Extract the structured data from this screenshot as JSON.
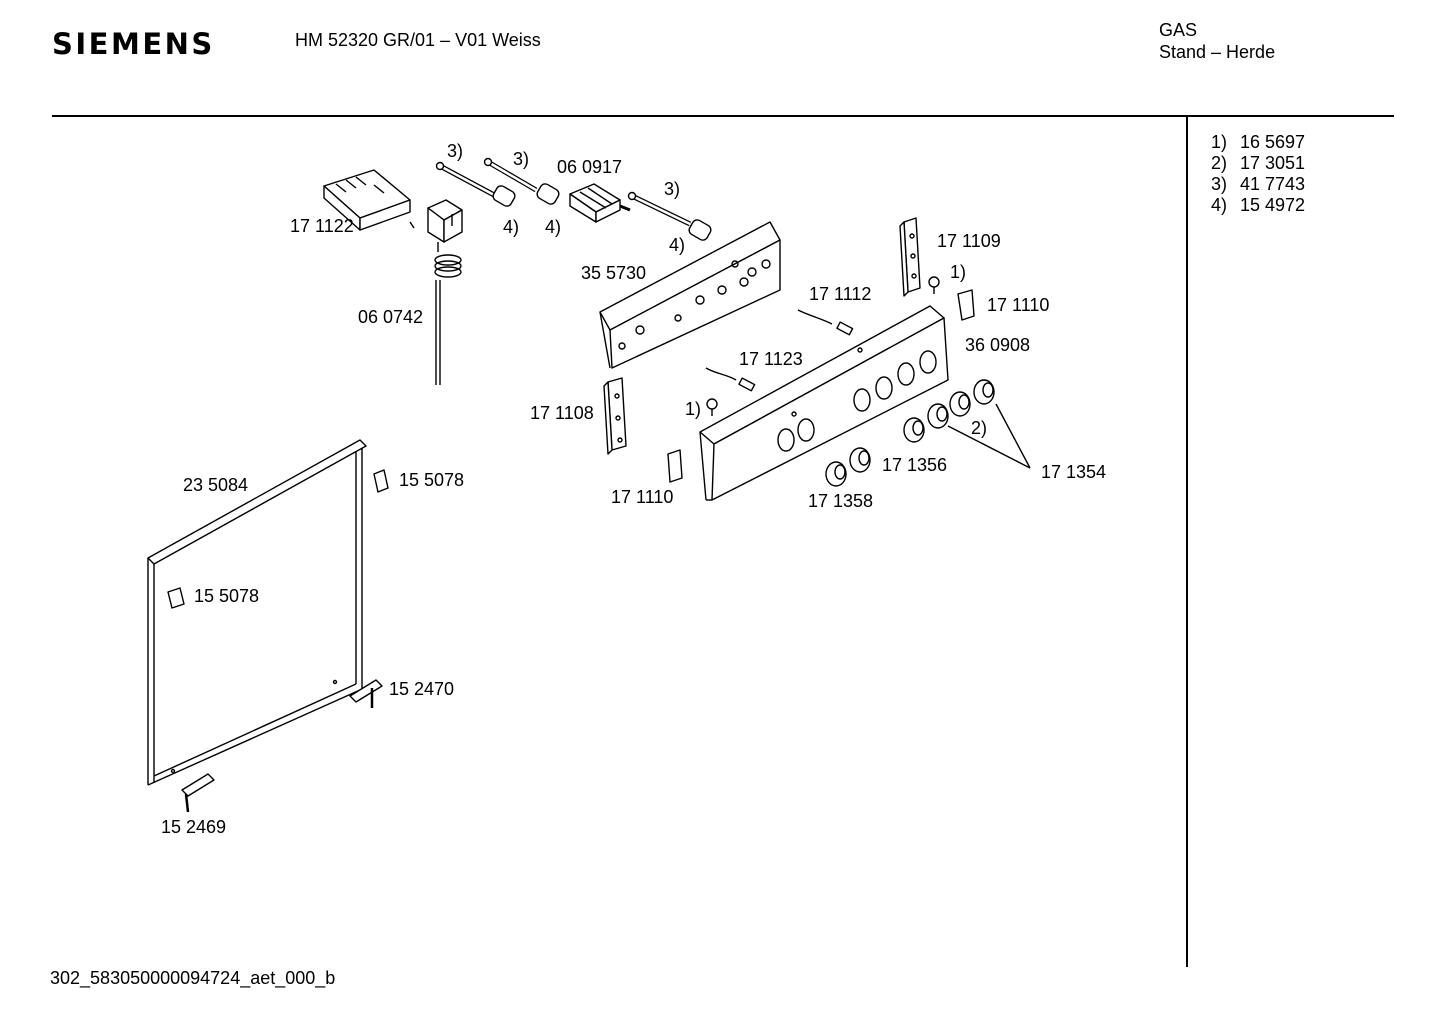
{
  "header": {
    "brand": "SIEMENS",
    "model": "HM 52320 GR/01 – V01 Weiss",
    "category_line1": "GAS",
    "category_line2": "Stand – Herde"
  },
  "legend": [
    {
      "marker": "1)",
      "part": "16 5697"
    },
    {
      "marker": "2)",
      "part": "17 3051"
    },
    {
      "marker": "3)",
      "part": "41 7743"
    },
    {
      "marker": "4)",
      "part": "15 4972"
    }
  ],
  "callouts": {
    "c171122": "17 1122",
    "c060917": "06 0917",
    "c060742": "06 0742",
    "c355730": "35 5730",
    "c171109": "17 1109",
    "c171110a": "17 1110",
    "c171112": "17 1112",
    "c360908": "36 0908",
    "c171123": "17 1123",
    "c171108": "17 1108",
    "c171110b": "17 1110",
    "c171356": "17 1356",
    "c171354": "17 1354",
    "c171358": "17 1358",
    "c235084": "23 5084",
    "c155078a": "15 5078",
    "c155078b": "15 5078",
    "c152470": "15 2470",
    "c152469": "15 2469",
    "m3a": "3)",
    "m3b": "3)",
    "m3c": "3)",
    "m4a": "4)",
    "m4b": "4)",
    "m4c": "4)",
    "m1a": "1)",
    "m1b": "1)",
    "m2": "2)"
  },
  "footer": "302_583050000094724_aet_000_b"
}
